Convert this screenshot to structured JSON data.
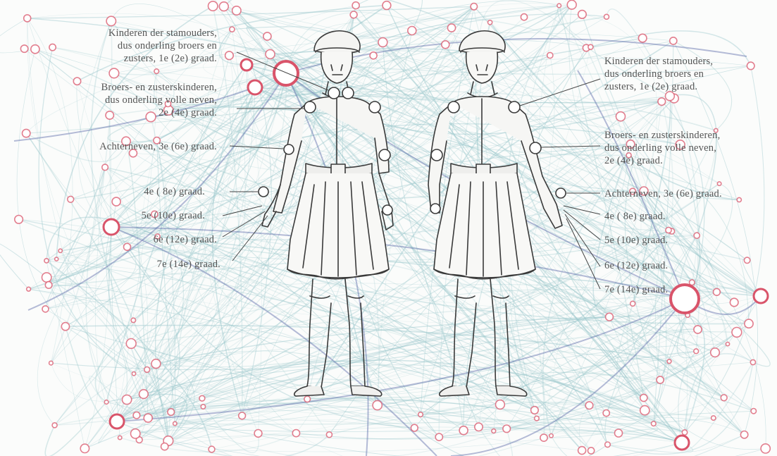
{
  "colors": {
    "edge": "#9cc8cc",
    "edge_strong": "#5a6aa8",
    "node_stroke": "#d9546a",
    "node_fill": "#ffffff",
    "ink": "#3a3a3a",
    "label_text": "#555555"
  },
  "left_labels": [
    {
      "id": "l1",
      "text": "Kinderen der stamouders,\ndus onderling broers en\nzusters, 1e (2e) graad."
    },
    {
      "id": "l2",
      "text": "Broers- en zusterskinderen,\ndus onderling volle neven,\n2e (4e) graad."
    },
    {
      "id": "l3",
      "text": "Achterneven, 3e (6e) graad."
    },
    {
      "id": "l4",
      "text": "4e ( 8e) graad."
    },
    {
      "id": "l5",
      "text": "5e (10e) graad."
    },
    {
      "id": "l6",
      "text": "6e (12e) graad."
    },
    {
      "id": "l7",
      "text": "7e (14e) graad."
    }
  ],
  "right_labels": [
    {
      "id": "r1",
      "text": "Kinderen der stamouders,\ndus onderling broers en\nzusters, 1e (2e) graad."
    },
    {
      "id": "r2",
      "text": "Broers- en zusterskinderen,\ndus onderling volle neven,\n2e (4e) graad."
    },
    {
      "id": "r3",
      "text": "Achterneven, 3e (6e) graad."
    },
    {
      "id": "r4",
      "text": "4e ( 8e) graad."
    },
    {
      "id": "r5",
      "text": "5e (10e) graad."
    },
    {
      "id": "r6",
      "text": "6e (12e) graad."
    },
    {
      "id": "r7",
      "text": "7e (14e) graad."
    }
  ]
}
